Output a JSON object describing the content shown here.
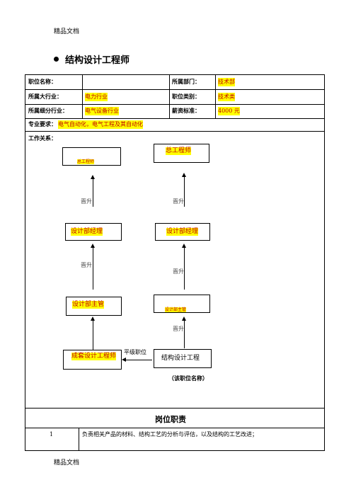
{
  "header": {
    "text": "精品文档"
  },
  "footer": {
    "text": "精品文档"
  },
  "title": "结构设计工程师",
  "info": {
    "position_label": "职位名称：",
    "position_value": "",
    "dept_label": "所属部门：",
    "dept_value": "技术部",
    "industry_label": "所属大行业：",
    "industry_value": "电力行业",
    "category_label": "职位类别：",
    "category_value": "技术类",
    "subindustry_label": "所属细分行业：",
    "subindustry_value": "电气设备行业",
    "salary_label": "薪资标准：",
    "salary_value": "4000 元",
    "major_label": "专业要求：",
    "major_value": "电气自动化，电气工程及其自动化",
    "relation_label": "工作关系："
  },
  "org": {
    "l_top": "总工程师",
    "r_top": "总工程师",
    "l_mid": "设计部经理",
    "r_mid": "设计部经理",
    "l_low": "设计部主管",
    "r_low": "设计部主管",
    "l_bottom": "成套设计工程师",
    "r_bottom": "结构设计工程",
    "promote": "晋升",
    "peer": "平级职位",
    "caption": "（该职位名称）"
  },
  "duties": {
    "heading": "岗位职责",
    "rows": [
      {
        "no": "1",
        "text": "负责相关产品的材料、结构工艺的分析与评估，以及结构的工艺改进；"
      }
    ]
  }
}
